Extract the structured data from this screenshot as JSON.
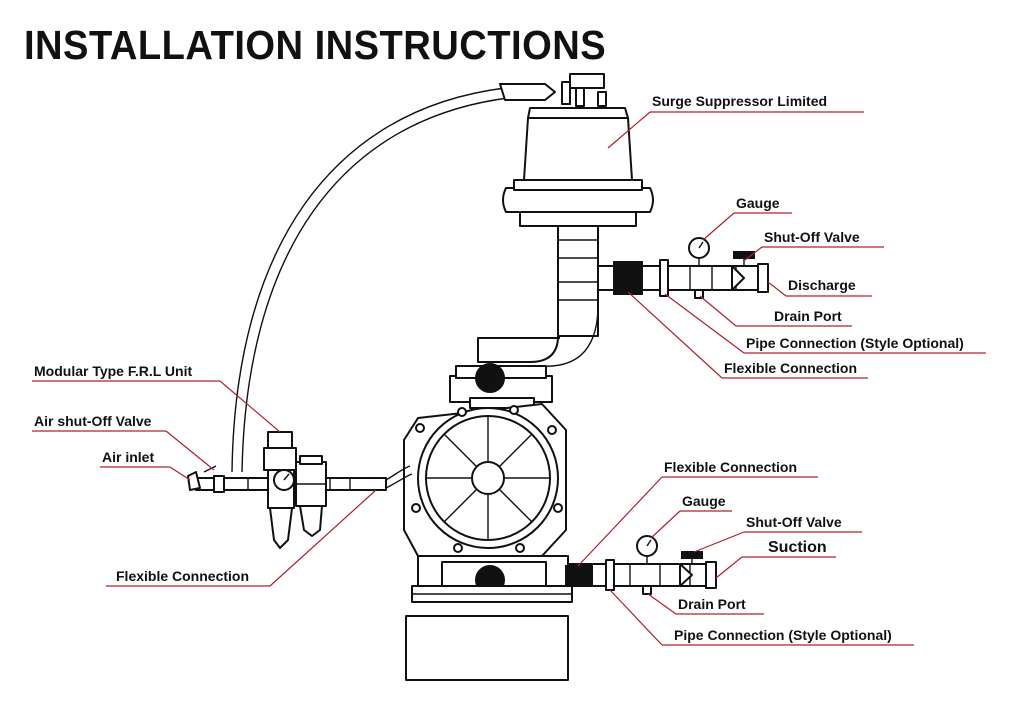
{
  "title": "INSTALLATION INSTRUCTIONS",
  "labels": {
    "surge_suppressor": "Surge Suppressor Limited",
    "gauge_top": "Gauge",
    "shutoff_valve_top": "Shut-Off Valve",
    "discharge": "Discharge",
    "drain_port_top": "Drain Port",
    "pipe_connection_top": "Pipe Connection (Style Optional)",
    "flexible_connection_top": "Flexible Connection",
    "frl_unit": "Modular Type F.R.L Unit",
    "air_shutoff_valve": "Air shut-Off Valve",
    "air_inlet": "Air inlet",
    "flexible_connection_air": "Flexible Connection",
    "flexible_connection_bottom": "Flexible Connection",
    "gauge_bottom": "Gauge",
    "shutoff_valve_bottom": "Shut-Off Valve",
    "suction": "Suction",
    "drain_port_bottom": "Drain Port",
    "pipe_connection_bottom": "Pipe Connection (Style Optional)"
  },
  "colors": {
    "leader_line": "#b0202a",
    "text": "#111111",
    "line_art": "#111111"
  }
}
